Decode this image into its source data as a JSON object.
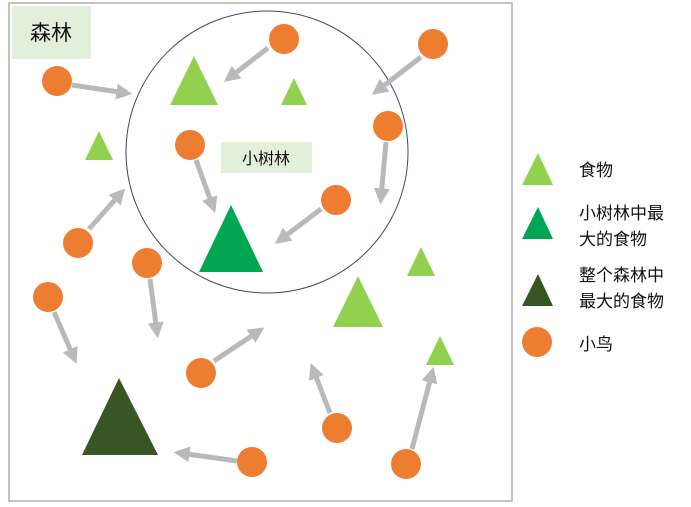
{
  "forest": {
    "title": "森林"
  },
  "grove": {
    "label": "小树林"
  },
  "legend": {
    "items": [
      {
        "kind": "food",
        "lines": [
          "食物"
        ],
        "color": "#92d050"
      },
      {
        "kind": "grove-largest-food",
        "lines": [
          "小树林中最",
          "大的食物"
        ],
        "color": "#00a651"
      },
      {
        "kind": "forest-largest-food",
        "lines": [
          "整个森林中",
          "最大的食物"
        ],
        "color": "#375623"
      },
      {
        "kind": "bird",
        "lines": [
          "小鸟"
        ],
        "color": "#ed7d31"
      }
    ]
  },
  "colors": {
    "food": "#92d050",
    "grove_largest": "#00a651",
    "forest_largest": "#375623",
    "bird": "#ed7d31",
    "arrow": "#b9b9b9",
    "title_bg": "#e2efda",
    "grove_circle": "#3b4a6b"
  }
}
